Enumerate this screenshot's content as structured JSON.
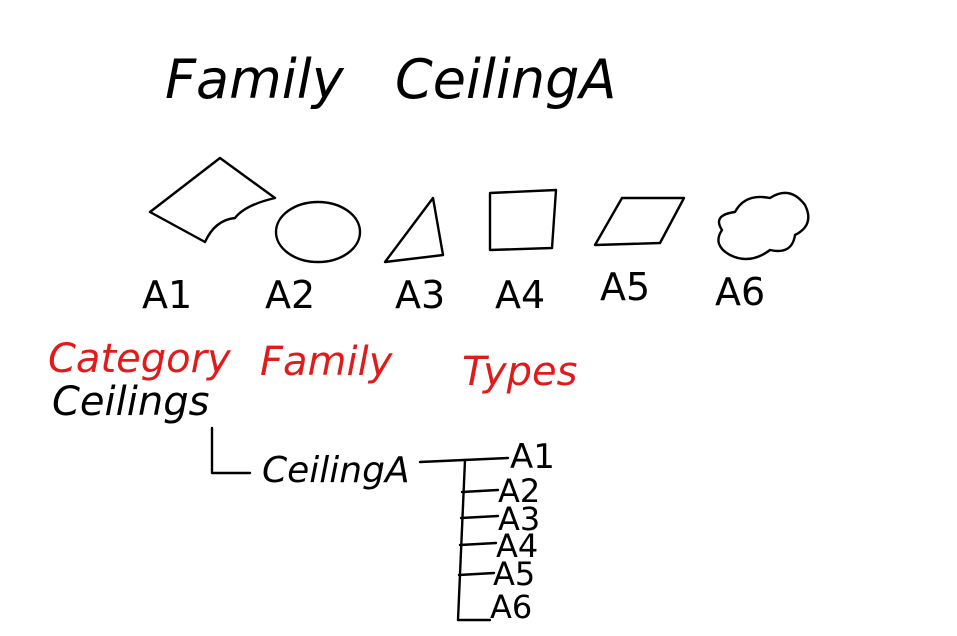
{
  "colors": {
    "ink": "#000000",
    "accent": "#e11a1a",
    "background": "#ffffff"
  },
  "title": {
    "prefix": "Family",
    "name": "CeilingA"
  },
  "shapes": [
    {
      "label": "A1",
      "icon": "warped-rhombus-icon"
    },
    {
      "label": "A2",
      "icon": "ellipse-icon"
    },
    {
      "label": "A3",
      "icon": "triangle-icon"
    },
    {
      "label": "A4",
      "icon": "square-icon"
    },
    {
      "label": "A5",
      "icon": "parallelogram-icon"
    },
    {
      "label": "A6",
      "icon": "cloud-icon"
    }
  ],
  "hierarchy": {
    "headers": {
      "category": "Category",
      "family": "Family",
      "types": "Types"
    },
    "category": "Ceilings",
    "family": "CeilingA",
    "types": [
      "A1",
      "A2",
      "A3",
      "A4",
      "A5",
      "A6"
    ]
  }
}
